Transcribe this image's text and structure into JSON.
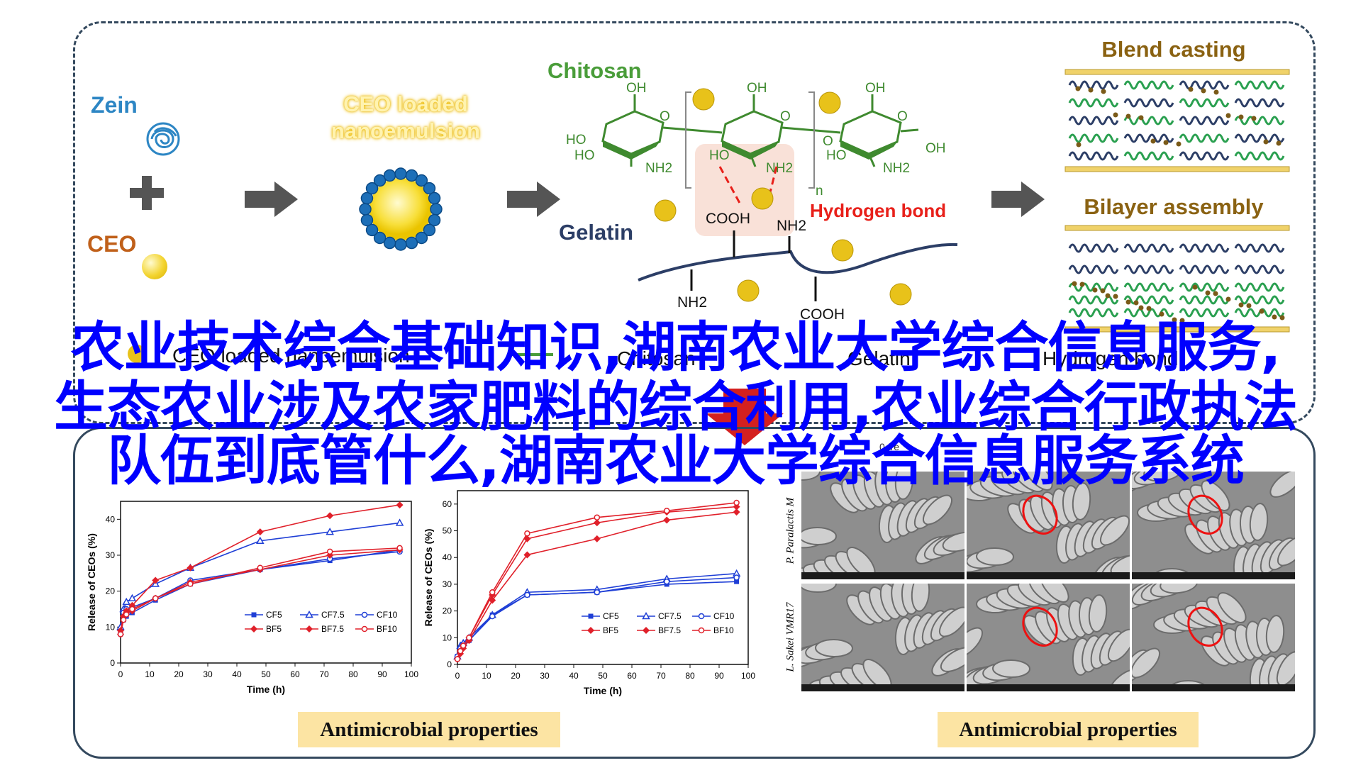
{
  "top_panel": {
    "zein_label": "Zein",
    "ceo_label": "CEO",
    "nanoemulsion_label_line1": "CEO loaded",
    "nanoemulsion_label_line2": "nanoemulsion",
    "chitosan_label": "Chitosan",
    "gelatin_label": "Gelatin",
    "hydrogen_bond_label": "Hydrogen bond",
    "blend_casting_label": "Blend casting",
    "bilayer_assembly_label": "Bilayer assembly",
    "chem": {
      "oh": "OH",
      "ho": "HO",
      "nh2": "NH2",
      "o": "O",
      "cooh": "COOH",
      "n": "n"
    },
    "legend_row": {
      "ceo_nanoemulsion": "CEO loaded nanoemulsion",
      "chitosan": "Chitosan",
      "gelatin": "Gelatin",
      "hydrogen_bond": "Hydrogen bond"
    }
  },
  "overlay_title": {
    "line1": "农业技术综合基础知识,湖南农业大学综合信息服务,",
    "line2": "生态农业涉及农家肥料的综合利用,农业综合行政执法",
    "line3": "队伍到底管什么,湖南农业大学综合信息服务系统"
  },
  "bottom_panel": {
    "tag_left": "Antimicrobial properties",
    "tag_right": "Antimicrobial properties",
    "sem": {
      "row1_label": "P. Paralactis M",
      "row2_label": "L. Sakei VMR17",
      "header_fragment": "0 tre"
    }
  },
  "chart_data": [
    {
      "type": "line",
      "xlabel": "Time (h)",
      "ylabel": "Release of CEOs (%)",
      "xlim": [
        0,
        100
      ],
      "ylim": [
        0,
        45
      ],
      "xticks": [
        0,
        10,
        20,
        30,
        40,
        50,
        60,
        70,
        80,
        90,
        100
      ],
      "yticks": [
        0,
        10,
        20,
        30,
        40
      ],
      "legend": "lower-right",
      "x": [
        0,
        1,
        2,
        4,
        12,
        24,
        48,
        72,
        96
      ],
      "series": [
        {
          "name": "CF5",
          "color": "#1f3fd6",
          "marker": "square",
          "values": [
            9,
            12,
            13,
            14,
            17.5,
            22,
            26,
            28.5,
            31.5
          ]
        },
        {
          "name": "CF7.5",
          "color": "#1f3fd6",
          "marker": "tri",
          "values": [
            10,
            15,
            17,
            18,
            22,
            26.5,
            34,
            36.5,
            39
          ]
        },
        {
          "name": "CF10",
          "color": "#1f3fd6",
          "marker": "circle",
          "values": [
            8,
            14,
            15,
            15.5,
            18,
            23,
            26,
            29,
            31
          ]
        },
        {
          "name": "BF5",
          "color": "#e0202a",
          "marker": "diamond",
          "values": [
            8,
            13,
            14,
            14.5,
            18,
            22.5,
            26,
            30,
            31.5
          ]
        },
        {
          "name": "BF7.5",
          "color": "#e0202a",
          "marker": "diamond",
          "values": [
            9,
            13,
            14.5,
            16,
            23,
            26.5,
            36.5,
            41,
            44
          ]
        },
        {
          "name": "BF10",
          "color": "#e0202a",
          "marker": "circle",
          "values": [
            8,
            12,
            13.5,
            15,
            18,
            22,
            26.5,
            31,
            32
          ]
        }
      ]
    },
    {
      "type": "line",
      "xlabel": "Time (h)",
      "ylabel": "Release of CEOs (%)",
      "xlim": [
        0,
        100
      ],
      "ylim": [
        0,
        65
      ],
      "xticks": [
        0,
        10,
        20,
        30,
        40,
        50,
        60,
        70,
        80,
        90,
        100
      ],
      "yticks": [
        0,
        10,
        20,
        30,
        40,
        50,
        60
      ],
      "legend": "lower-right",
      "x": [
        0,
        1,
        2,
        4,
        12,
        24,
        48,
        72,
        96
      ],
      "series": [
        {
          "name": "CF5",
          "color": "#1f3fd6",
          "marker": "square",
          "values": [
            3,
            6,
            7.5,
            9,
            18.5,
            26,
            27,
            30,
            31
          ]
        },
        {
          "name": "CF7.5",
          "color": "#1f3fd6",
          "marker": "tri",
          "values": [
            3,
            7,
            8,
            10,
            18.5,
            27,
            28,
            32,
            34
          ]
        },
        {
          "name": "CF10",
          "color": "#1f3fd6",
          "marker": "circle",
          "values": [
            3,
            6,
            7,
            9,
            18,
            26,
            27,
            31,
            32.5
          ]
        },
        {
          "name": "BF5",
          "color": "#e0202a",
          "marker": "diamond",
          "values": [
            2,
            4,
            6,
            9,
            24,
            41,
            47,
            54,
            57
          ]
        },
        {
          "name": "BF7.5",
          "color": "#e0202a",
          "marker": "diamond",
          "values": [
            2,
            5,
            7,
            10,
            26,
            47,
            53,
            57,
            59
          ]
        },
        {
          "name": "BF10",
          "color": "#e0202a",
          "marker": "circle",
          "values": [
            2,
            5,
            7,
            10,
            27,
            49,
            55,
            57.5,
            60.5
          ]
        }
      ]
    }
  ]
}
